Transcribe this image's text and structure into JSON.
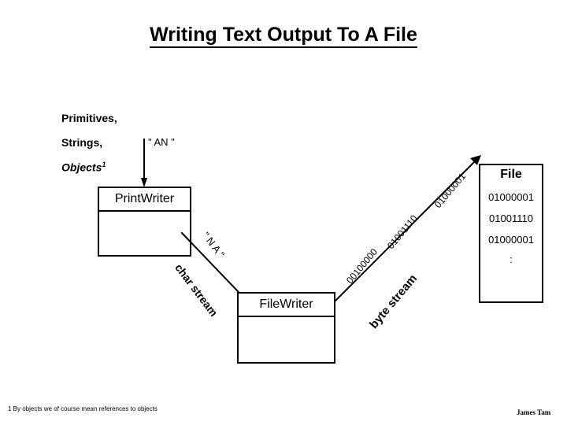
{
  "slide": {
    "title": "Writing Text Output To A File",
    "footnote": "1 By objects we of course mean references to objects",
    "credit": "James Tam"
  },
  "source": {
    "line1": "Primitives,",
    "line2": "Strings,",
    "line3": "Objects",
    "line3_superscript": "1"
  },
  "arrows": {
    "char_input_label": "\" AN \"",
    "char_stream_label": "char stream",
    "char_stream_data": "\" N A \"",
    "byte_stream_label": "byte stream",
    "byte_stream_bits": [
      "00100000",
      "01001110",
      "01000001"
    ]
  },
  "boxes": {
    "printwriter": {
      "title": "PrintWriter"
    },
    "filewriter": {
      "title": "FileWriter"
    }
  },
  "file": {
    "title": "File",
    "lines": [
      "01000001",
      "01001110",
      "01000001"
    ],
    "ellipsis": ":"
  },
  "colors": {
    "ink": "#000000",
    "background": "#ffffff"
  }
}
